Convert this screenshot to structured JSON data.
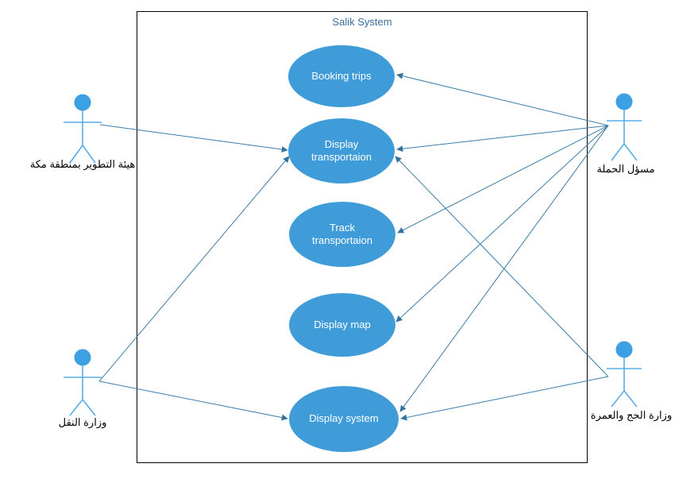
{
  "diagram": {
    "type": "use-case-diagram",
    "title": "Salik System"
  },
  "system": {
    "label": "Salik System",
    "use_cases": [
      {
        "id": "booking-trips",
        "label": "Booking trips"
      },
      {
        "id": "display-transportaion",
        "label": "Display transportaion"
      },
      {
        "id": "track-transportaion",
        "label": "Track transportaion"
      },
      {
        "id": "display-map",
        "label": "Display map"
      },
      {
        "id": "display-system",
        "label": "Display system"
      }
    ]
  },
  "actors": [
    {
      "id": "makkah-region-development-authority",
      "label": "هيئة التطوير بمنطقة مكة",
      "position": "top-left"
    },
    {
      "id": "campaign-manager",
      "label": "مسؤل الحملة",
      "position": "top-right"
    },
    {
      "id": "ministry-of-transport",
      "label": "وزارة النقل",
      "position": "bottom-left"
    },
    {
      "id": "ministry-of-hajj-and-umrah",
      "label": "وزارة الحج والعمرة",
      "position": "bottom-right"
    }
  ],
  "edges": [
    {
      "from": "هيئة التطوير بمنطقة مكة",
      "to": "Display transportaion",
      "arrow": "to"
    },
    {
      "from": "وزارة النقل",
      "to": "Display transportaion",
      "arrow": "to"
    },
    {
      "from": "وزارة النقل",
      "to": "Display system",
      "arrow": "to"
    },
    {
      "from": "مسؤل الحملة",
      "to": "Booking trips",
      "arrow": "to"
    },
    {
      "from": "مسؤل الحملة",
      "to": "Display transportaion",
      "arrow": "to"
    },
    {
      "from": "مسؤل الحملة",
      "to": "Track transportaion",
      "arrow": "to"
    },
    {
      "from": "مسؤل الحملة",
      "to": "Display map",
      "arrow": "to"
    },
    {
      "from": "مسؤل الحملة",
      "to": "Display system",
      "arrow": "to"
    },
    {
      "from": "وزارة الحج والعمرة",
      "to": "Display transportaion",
      "arrow": "to"
    },
    {
      "from": "وزارة الحج والعمرة",
      "to": "Display system",
      "arrow": "to"
    }
  ],
  "colors": {
    "use_case_fill": "#3f9cd8",
    "use_case_text": "#ffffff",
    "actor_fill": "#3da0e3",
    "actor_limb": "#5aace8",
    "edge": "#3a7ca8",
    "title_text": "#3a6c9c",
    "boundary_border": "#000000",
    "label_text": "#000000"
  }
}
